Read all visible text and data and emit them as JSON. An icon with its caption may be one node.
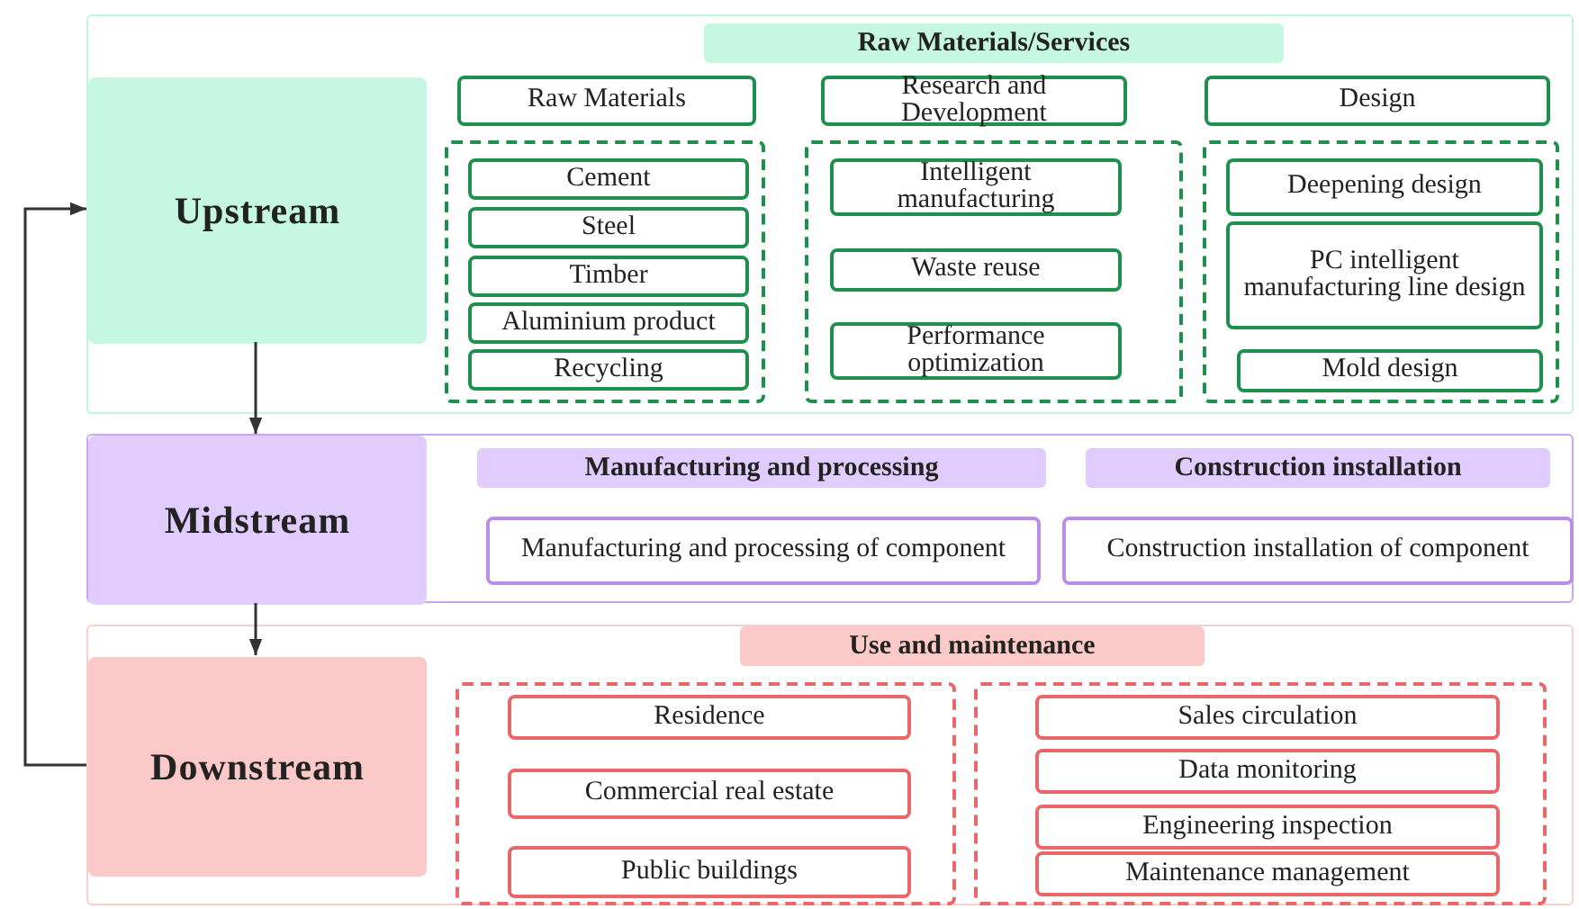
{
  "diagram": {
    "nodes": [
      {
        "text": [],
        "shape": "box"
      },
      {
        "text": [
          "Upstream"
        ],
        "in": 0
      },
      {
        "text": [
          "Raw Materials/Services"
        ],
        "in": 0
      },
      {
        "text": [
          "Raw Materials"
        ],
        "in": 0
      },
      {
        "text": [
          "Research and Development"
        ],
        "in": 0
      },
      {
        "text": [
          "Design"
        ],
        "in": 0
      },
      {
        "text": [],
        "shape": "box",
        "in": 0
      },
      {
        "text": [
          "Cement"
        ],
        "in": 6
      },
      {
        "text": [
          "Steel"
        ],
        "in": 6
      },
      {
        "text": [
          "Timber"
        ],
        "in": 6
      },
      {
        "text": [
          "Aluminium product"
        ],
        "in": 6
      },
      {
        "text": [
          "Recycling"
        ],
        "in": 6
      },
      {
        "text": [],
        "shape": "box",
        "in": 0
      },
      {
        "text": [
          "Intelligent manufacturing"
        ],
        "in": 12
      },
      {
        "text": [
          "Waste reuse"
        ],
        "in": 12
      },
      {
        "text": [
          "Performance optimization"
        ],
        "in": 12
      },
      {
        "text": [],
        "shape": "box",
        "in": 0
      },
      {
        "text": [
          "Deepening design"
        ],
        "in": 16
      },
      {
        "text": [
          "PC intelligent manufacturing line design"
        ],
        "in": 16
      },
      {
        "text": [
          "Mold design"
        ],
        "in": 16
      },
      {
        "text": [],
        "shape": "box"
      },
      {
        "text": [
          "Midstream"
        ],
        "in": 20
      },
      {
        "text": [
          "Manufacturing and processing"
        ],
        "in": 20
      },
      {
        "text": [
          "Construction installation"
        ],
        "in": 20
      },
      {
        "text": [
          "Manufacturing and processing of component"
        ],
        "in": 20
      },
      {
        "text": [
          "Construction installation of component"
        ],
        "in": 20
      },
      {
        "text": [],
        "shape": "box"
      },
      {
        "text": [
          "Downstream"
        ],
        "in": 26
      },
      {
        "text": [
          "Use and maintenance"
        ],
        "in": 26
      },
      {
        "text": [],
        "shape": "box",
        "in": 26
      },
      {
        "text": [
          "Residence"
        ],
        "in": 29
      },
      {
        "text": [
          "Commercial real estate"
        ],
        "in": 29
      },
      {
        "text": [
          "Public buildings"
        ],
        "in": 29
      },
      {
        "text": [],
        "shape": "box",
        "in": 26
      },
      {
        "text": [
          "Sales circulation"
        ],
        "in": 33
      },
      {
        "text": [
          "Data monitoring"
        ],
        "in": 33
      },
      {
        "text": [
          "Engineering inspection"
        ],
        "in": 33
      },
      {
        "text": [
          "Maintenance management"
        ],
        "in": 33
      }
    ],
    "edges": [
      {
        "from": 1,
        "to": 21,
        "arrow": "to"
      },
      {
        "from": 21,
        "to": 27,
        "arrow": "to"
      },
      {
        "from": 27,
        "to": 1,
        "arrow": "to"
      }
    ]
  }
}
